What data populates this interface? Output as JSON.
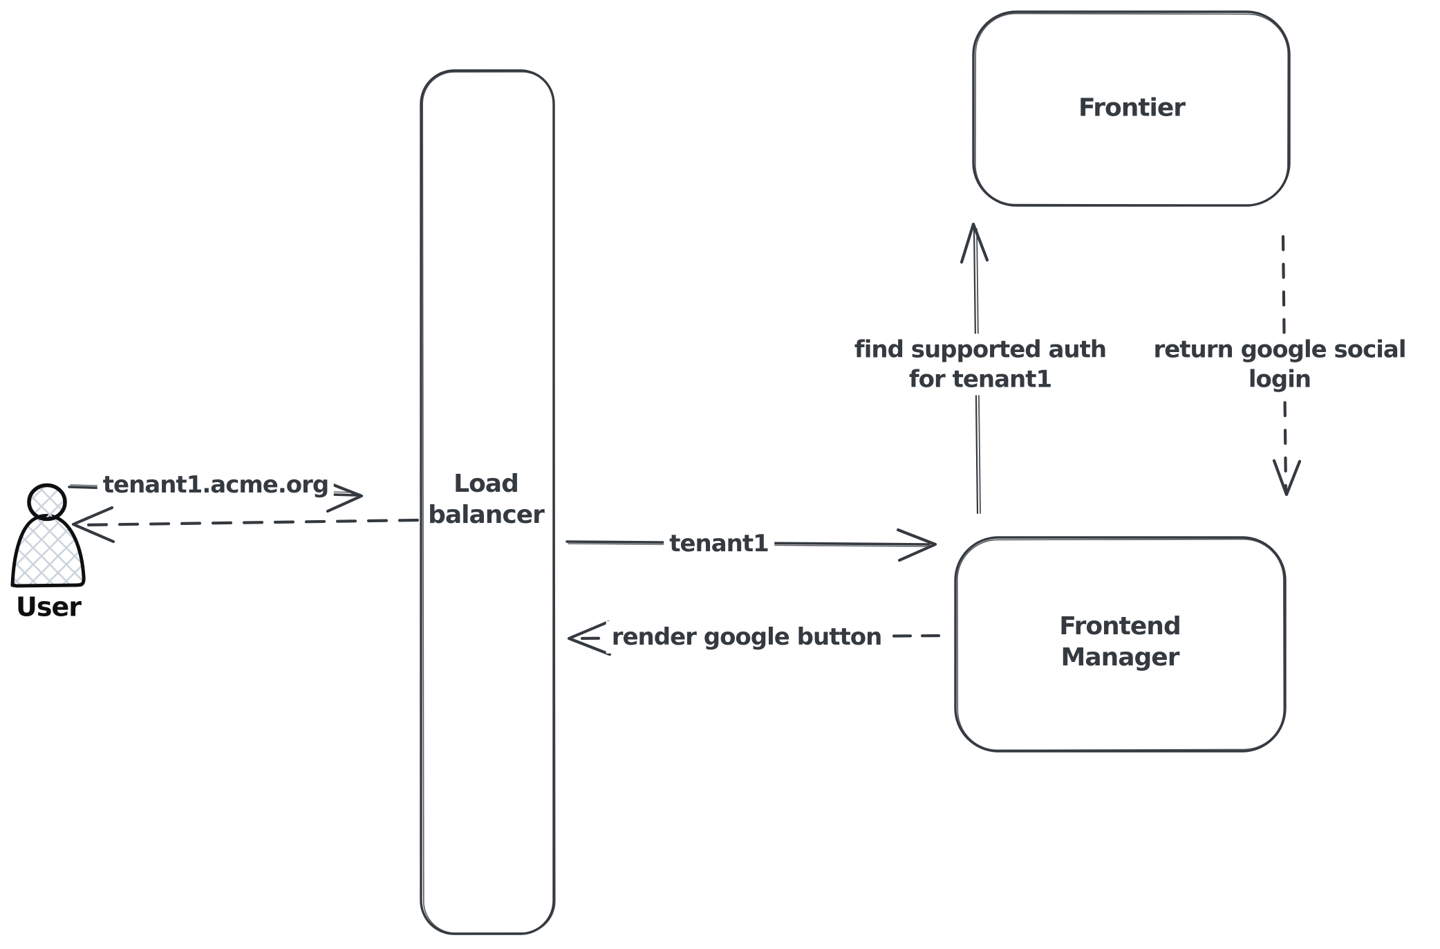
{
  "diagram": {
    "background_color": "#ffffff",
    "stroke_color": "#343a40",
    "user_icon_color": "#0e0f11",
    "crosshatch_fill_color": "#ccd5de"
  },
  "nodes": {
    "user": {
      "label": "User",
      "shape": "person-icon"
    },
    "load_balancer": {
      "line1": "Load",
      "line2": "balancer",
      "shape": "rounded-rectangle"
    },
    "frontier": {
      "label": "Frontier",
      "shape": "rounded-rectangle"
    },
    "frontend_manager": {
      "line1": "Frontend",
      "line2": "Manager",
      "shape": "rounded-rectangle"
    }
  },
  "edges": {
    "user_to_lb": {
      "label": "tenant1.acme.org",
      "style": "solid",
      "from": "User",
      "to": "Load balancer"
    },
    "lb_to_user": {
      "label": "",
      "style": "dashed",
      "from": "Load balancer",
      "to": "User"
    },
    "lb_to_fm": {
      "label": "tenant1",
      "style": "solid",
      "from": "Load balancer",
      "to": "Frontend Manager"
    },
    "fm_to_lb": {
      "label": "render google button",
      "style": "dashed",
      "from": "Frontend Manager",
      "to": "Load balancer"
    },
    "fm_to_frontier": {
      "line1": "find supported auth",
      "line2": "for tenant1",
      "style": "solid",
      "from": "Frontend Manager",
      "to": "Frontier"
    },
    "frontier_to_fm": {
      "line1": "return google social",
      "line2": "login",
      "style": "dashed",
      "from": "Frontier",
      "to": "Frontend Manager"
    }
  }
}
